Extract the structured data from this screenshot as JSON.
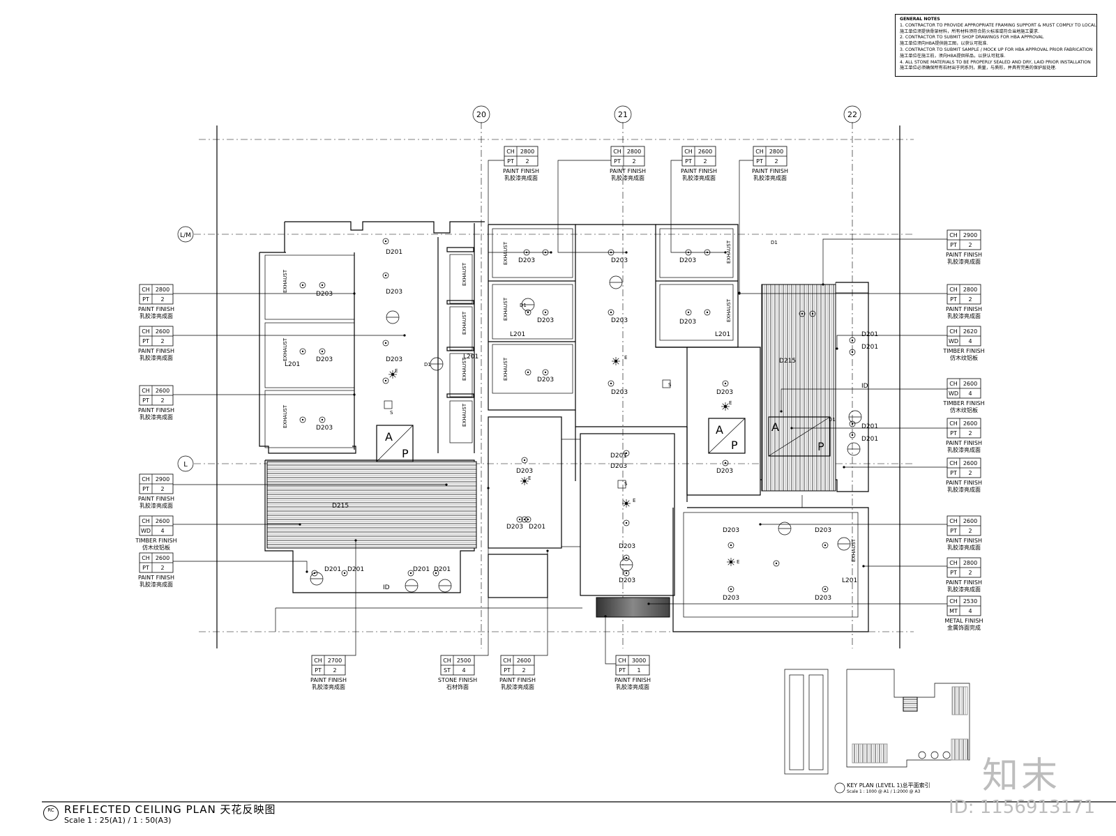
{
  "general_notes": {
    "heading": "GENERAL NOTES",
    "lines": [
      "1. CONTRACTOR TO PROVIDE APPROPRIATE FRAMING SUPPORT & MUST COMPLY TO LOCAL CODE",
      "施工单位须提供骨架材料，所有材料须符合防火标准或符合当地施工要求.",
      "2. CONTRACTOR TO SUBMIT SHOP DRAWINGS FOR HBA APPROVAL",
      "施工单位须向HBA提供施工图，以获认可批准.",
      "3. CONTRACTOR TO SUBMIT SAMPLE / MOCK UP FOR HBA APPROVAL PRIOR FABRICATION",
      "施工单位在施工前，须向HBA提供样品，以获认可批准.",
      "4. ALL STONE MATERIALS TO BE PROPERLY SEALED AND DRY, LAID PRIOR INSTALLATION",
      "施工单位必须确保所有石材出于同系列，质量，与质形，并具有完善的保护层处理."
    ]
  },
  "grid": {
    "columns": [
      "20",
      "21",
      "22"
    ],
    "rows": [
      "L/M",
      "L"
    ]
  },
  "fixtures": {
    "d201": "D201",
    "d203": "D203",
    "d215": "D215",
    "l201": "L201",
    "d1": "D1",
    "id": "ID",
    "e": "E",
    "s": "S",
    "ap_a": "A",
    "ap_p": "P",
    "exhaust": "EXHAUST"
  },
  "tags": [
    {
      "ch": "CH",
      "height": "2800",
      "code": "PT",
      "num": "2",
      "en": "PAINT FINISH",
      "cn": "乳胶漆亮成面"
    },
    {
      "ch": "CH",
      "height": "2600",
      "code": "PT",
      "num": "2",
      "en": "PAINT FINISH",
      "cn": "乳胶漆亮成面"
    },
    {
      "ch": "CH",
      "height": "2600",
      "code": "PT",
      "num": "2",
      "en": "PAINT FINISH",
      "cn": "乳胶漆亮成面"
    },
    {
      "ch": "CH",
      "height": "2800",
      "code": "PT",
      "num": "2",
      "en": "PAINT FINISH",
      "cn": "乳胶漆亮成面"
    },
    {
      "ch": "CH",
      "height": "2800",
      "code": "PT",
      "num": "2",
      "en": "PAINT FINISH",
      "cn": "乳胶漆亮成面"
    },
    {
      "ch": "CH",
      "height": "2600",
      "code": "PT",
      "num": "2",
      "en": "PAINT FINISH",
      "cn": "乳胶漆亮成面"
    },
    {
      "ch": "CH",
      "height": "2800",
      "code": "PT",
      "num": "2",
      "en": "PAINT FINISH",
      "cn": "乳胶漆亮成面"
    },
    {
      "ch": "CH",
      "height": "2900",
      "code": "PT",
      "num": "2",
      "en": "PAINT FINISH",
      "cn": "乳胶漆亮成面"
    },
    {
      "ch": "CH",
      "height": "2600",
      "code": "WD",
      "num": "4",
      "en": "TIMBER FINISH",
      "cn": "仿木纹铝板"
    },
    {
      "ch": "CH",
      "height": "2600",
      "code": "PT",
      "num": "2",
      "en": "PAINT FINISH",
      "cn": "乳胶漆亮成面"
    },
    {
      "ch": "CH",
      "height": "2900",
      "code": "PT",
      "num": "2",
      "en": "PAINT FINISH",
      "cn": "乳胶漆亮成面"
    },
    {
      "ch": "CH",
      "height": "2800",
      "code": "PT",
      "num": "2",
      "en": "PAINT FINISH",
      "cn": "乳胶漆亮成面"
    },
    {
      "ch": "CH",
      "height": "2620",
      "code": "WD",
      "num": "4",
      "en": "TIMBER FINISH",
      "cn": "仿木纹铝板"
    },
    {
      "ch": "CH",
      "height": "2600",
      "code": "WD",
      "num": "4",
      "en": "TIMBER FINISH",
      "cn": "仿木纹铝板"
    },
    {
      "ch": "CH",
      "height": "2600",
      "code": "PT",
      "num": "2",
      "en": "PAINT FINISH",
      "cn": "乳胶漆亮成面"
    },
    {
      "ch": "CH",
      "height": "2600",
      "code": "PT",
      "num": "2",
      "en": "PAINT FINISH",
      "cn": "乳胶漆亮成面"
    },
    {
      "ch": "CH",
      "height": "2600",
      "code": "PT",
      "num": "2",
      "en": "PAINT FINISH",
      "cn": "乳胶漆亮成面"
    },
    {
      "ch": "CH",
      "height": "2800",
      "code": "PT",
      "num": "2",
      "en": "PAINT FINISH",
      "cn": "乳胶漆亮成面"
    },
    {
      "ch": "CH",
      "height": "2530",
      "code": "MT",
      "num": "4",
      "en": "METAL FINISH",
      "cn": "金属饰面完成"
    },
    {
      "ch": "CH",
      "height": "2700",
      "code": "PT",
      "num": "2",
      "en": "PAINT FINISH",
      "cn": "乳胶漆亮成面"
    },
    {
      "ch": "CH",
      "height": "2500",
      "code": "ST",
      "num": "4",
      "en": "STONE FINISH",
      "cn": "石材饰面"
    },
    {
      "ch": "CH",
      "height": "2600",
      "code": "PT",
      "num": "2",
      "en": "PAINT FINISH",
      "cn": "乳胶漆亮成面"
    },
    {
      "ch": "CH",
      "height": "3000",
      "code": "PT",
      "num": "1",
      "en": "PAINT FINISH",
      "cn": "乳胶漆亮成面"
    }
  ],
  "title": {
    "mark": "RC",
    "main": "REFLECTED  CEILING  PLAN   天花反映图",
    "scale": "Scale 1 :  25(A1) / 1 :  50(A3)"
  },
  "key_plan": {
    "title": "KEY PLAN (LEVEL 1)总平面索引",
    "scale": "Scale 1 : 1000 @ A1 / 1:2000 @ A3"
  },
  "watermark": {
    "brand": "知末",
    "id": "ID: 1156913171"
  }
}
